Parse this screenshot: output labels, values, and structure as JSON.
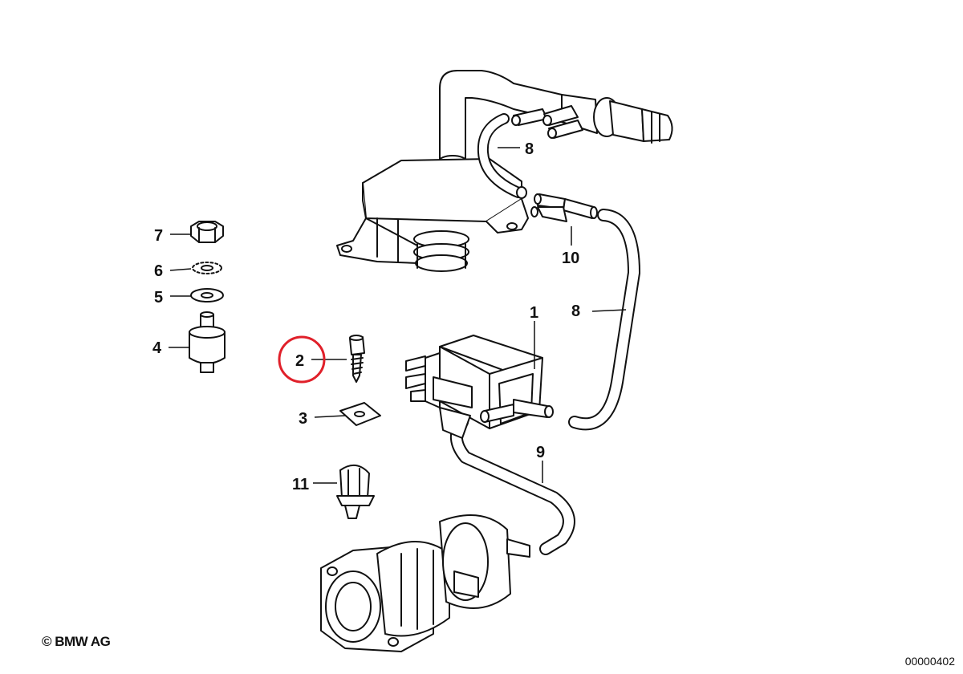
{
  "callouts": {
    "c1": "1",
    "c2": "2",
    "c3": "3",
    "c4": "4",
    "c5": "5",
    "c6": "6",
    "c7": "7",
    "c8a": "8",
    "c8b": "8",
    "c9": "9",
    "c10": "10",
    "c11": "11"
  },
  "highlight": {
    "part": "2",
    "color": "#e0202a"
  },
  "copyright": "© BMW AG",
  "diagram_id": "00000402"
}
